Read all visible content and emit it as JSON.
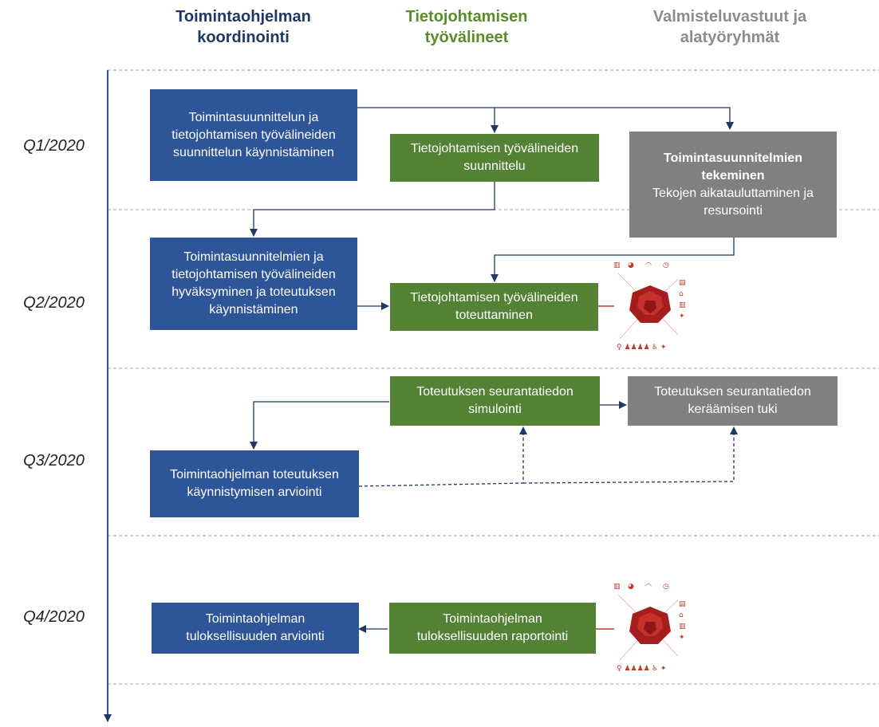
{
  "columns": {
    "coordination": "Toimintaohjelman koordinointi",
    "tools": "Tietojohtamisen työvälineet",
    "responsibilities": "Valmisteluvastuut ja alatyöryhmät"
  },
  "quarters": [
    "Q1/2020",
    "Q2/2020",
    "Q3/2020",
    "Q4/2020"
  ],
  "boxes": {
    "q1_blue": "Toimintasuunnittelun ja tietojohtamisen työvälineiden suunnittelun käynnistäminen",
    "q1_green": "Tietojohtamisen työvälineiden suunnittelu",
    "q1_gray_title": "Toimintasuunnitelmien tekeminen",
    "q1_gray_sub": "Tekojen aikatauluttaminen ja resursointi",
    "q2_blue": "Toimintasuunnitelmien ja tietojohtamisen työvälineiden hyväksyminen ja toteutuksen käynnistäminen",
    "q2_green": "Tietojohtamisen työvälineiden toteuttaminen",
    "q3_green": "Toteutuksen seurantatiedon simulointi",
    "q3_gray": "Toteutuksen seurantatiedon keräämisen tuki",
    "q3_blue": "Toimintaohjelman toteutuksen käynnistymisen arviointi",
    "q4_green": "Toimintaohjelman tuloksellisuuden raportointi",
    "q4_blue": "Toimintaohjelman tuloksellisuuden arviointi"
  },
  "colors": {
    "blue": "#2e5597",
    "green": "#548235",
    "gray": "#808080",
    "arrow": "#1f3864",
    "dodecahedron": "#b51d1d"
  },
  "icons": [
    "dodecahedron-icon",
    "bar-chart-icon",
    "pie-chart-icon",
    "gauge-icon",
    "stopwatch-icon",
    "people-icon",
    "wheelchair-icon"
  ]
}
